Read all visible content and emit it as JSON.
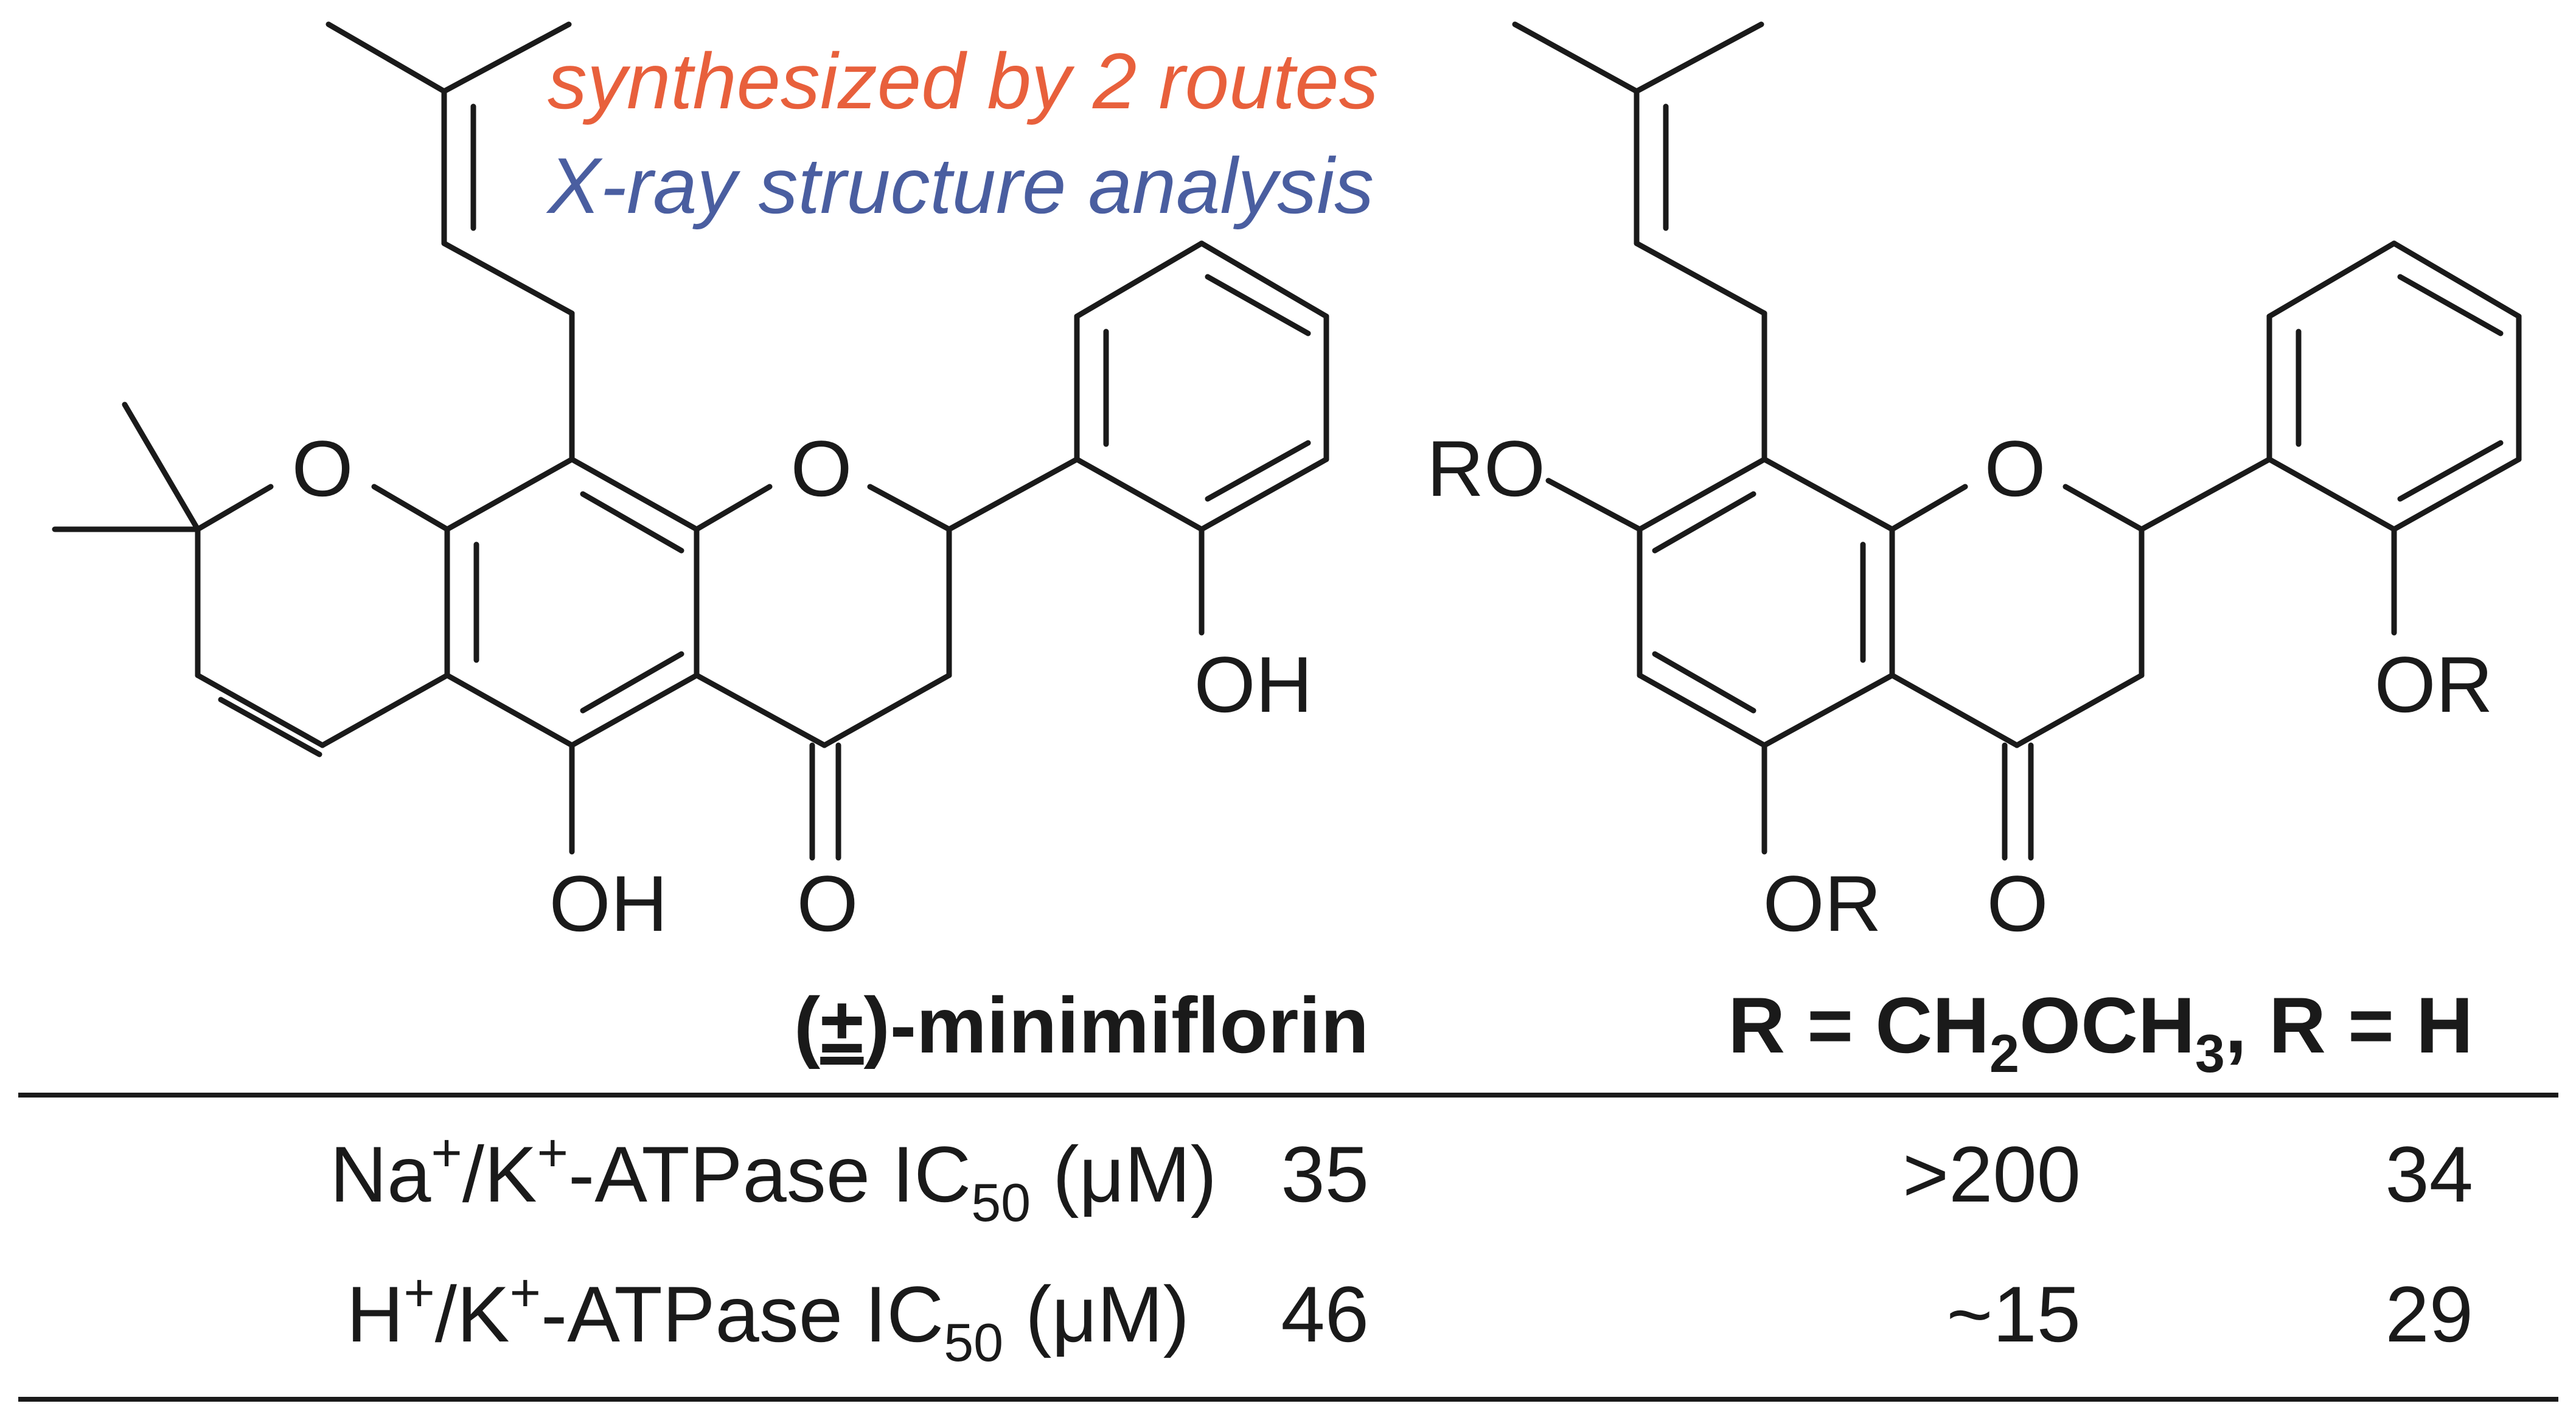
{
  "annotations": {
    "route_note": "synthesized by 2 routes",
    "xray_note": "X-ray structure analysis",
    "route_color": "#e8603c",
    "xray_color": "#4a5ea0"
  },
  "structure_left": {
    "label_prefix": "(",
    "label_pm": "±",
    "label_suffix": ")-minimiflorin",
    "atoms": {
      "ring_o1": "O",
      "ring_o2": "O",
      "ketone_o": "O",
      "oh_bottom": "OH",
      "oh_aryl": "OH"
    }
  },
  "structure_right": {
    "label_r1": "R = CH",
    "label_sub1": "2",
    "label_mid": "OCH",
    "label_sub2": "3",
    "label_r2": ", R = H",
    "atoms": {
      "ro_left": "RO",
      "ring_o": "O",
      "ketone_o": "O",
      "or_bottom": "OR",
      "or_aryl": "OR"
    }
  },
  "table": {
    "rows": [
      {
        "ion1": "Na",
        "ion2": "K",
        "charge": "+",
        "sep": "/",
        "mid": "-ATPase IC",
        "sub": "50",
        "unit": " (μM)",
        "v1": "35",
        "v2": ">200",
        "v3": "34"
      },
      {
        "ion1": "H",
        "ion2": "K",
        "charge": "+",
        "sep": "/",
        "mid": "-ATPase IC",
        "sub": "50",
        "unit": " (μM)",
        "v1": "46",
        "v2": "~15",
        "v3": "29"
      }
    ]
  }
}
